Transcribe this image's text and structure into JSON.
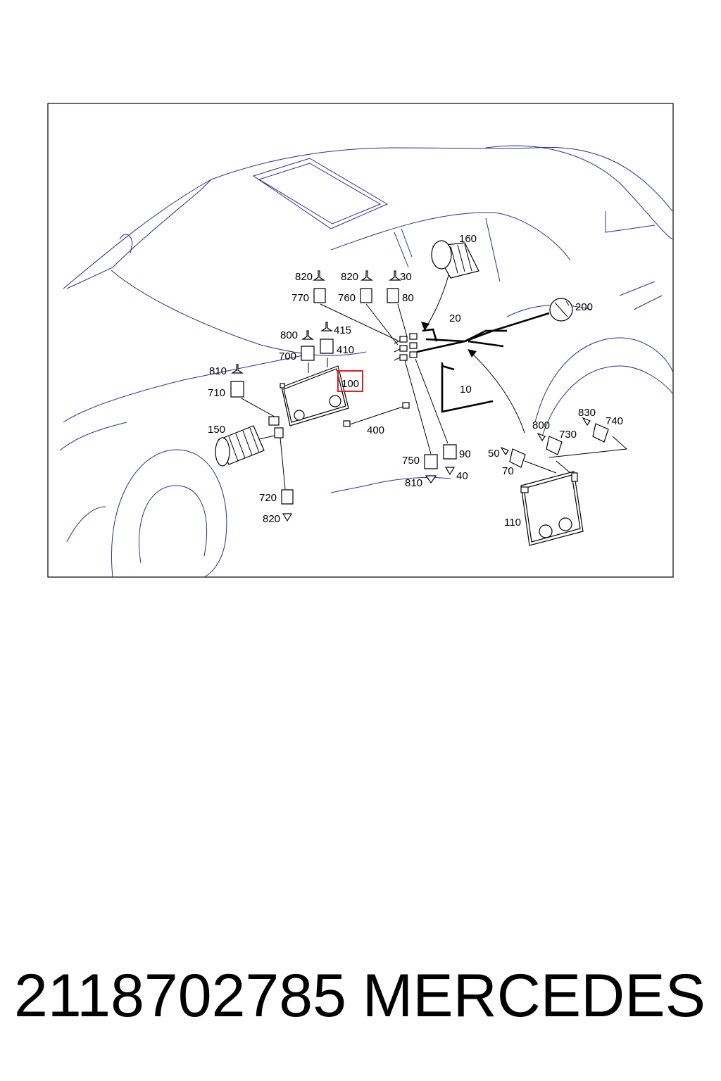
{
  "diagram": {
    "callouts": {
      "c10": "10",
      "c20": "20",
      "c30": "30",
      "c40": "40",
      "c50": "50",
      "c70": "70",
      "c80": "80",
      "c90": "90",
      "c100": "100",
      "c110": "110",
      "c150": "150",
      "c160": "160",
      "c200": "200",
      "c400": "400",
      "c410": "410",
      "c415": "415",
      "c700": "700",
      "c710": "710",
      "c720": "720",
      "c730": "730",
      "c740": "740",
      "c750": "750",
      "c760": "760",
      "c770": "770",
      "c800a": "800",
      "c800b": "800",
      "c810a": "810",
      "c810b": "810",
      "c820a": "820",
      "c820b": "820",
      "c820c": "820",
      "c830": "830"
    },
    "highlighted_callout": "100",
    "highlight_color": "#e02020",
    "car_outline_color": "#2b2f8c"
  },
  "footer": {
    "part_number": "2118702785",
    "brand": "MERCEDES"
  }
}
